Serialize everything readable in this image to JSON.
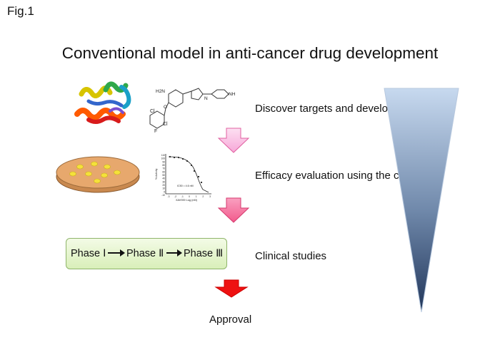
{
  "figure": {
    "label": "Fig.1",
    "title": "Conventional model in anti-cancer drug development"
  },
  "stages": {
    "discover": "Discover targets and develop drug seeds",
    "efficacy": "Efficacy evaluation using the cell line",
    "clinical": "Clinical studies",
    "approval": "Approval"
  },
  "phases": [
    "Phase Ⅰ",
    "Phase Ⅱ",
    "Phase Ⅲ"
  ],
  "molecule_labels": {
    "amine": "H2N",
    "cl_top": "Cl",
    "cl_bottom": "Cl",
    "fluoro": "F",
    "oxygen": "O",
    "nitrogen": "N",
    "nh": "NH"
  },
  "inset_plot": {
    "ylabel": "% Activity",
    "xlabel": "XAV939 Log (nM)",
    "annotation": "IC50 = 4.6 nM",
    "yticks": [
      "110",
      "100",
      "90",
      "80",
      "70",
      "60",
      "50",
      "40",
      "30",
      "20",
      "10",
      "0",
      "-10"
    ],
    "xticks": [
      "-3",
      "-2",
      "-1",
      "0",
      "1",
      "2",
      "3"
    ]
  },
  "colors": {
    "arrow_light": "#f7a8d8",
    "arrow_mid": "#f25a8c",
    "arrow_dark": "#ee1111",
    "triangle_top": "#c7d9ef",
    "triangle_bottom": "#22375b",
    "phase_box": "#d9efb9",
    "dish": "#e7a86d"
  }
}
